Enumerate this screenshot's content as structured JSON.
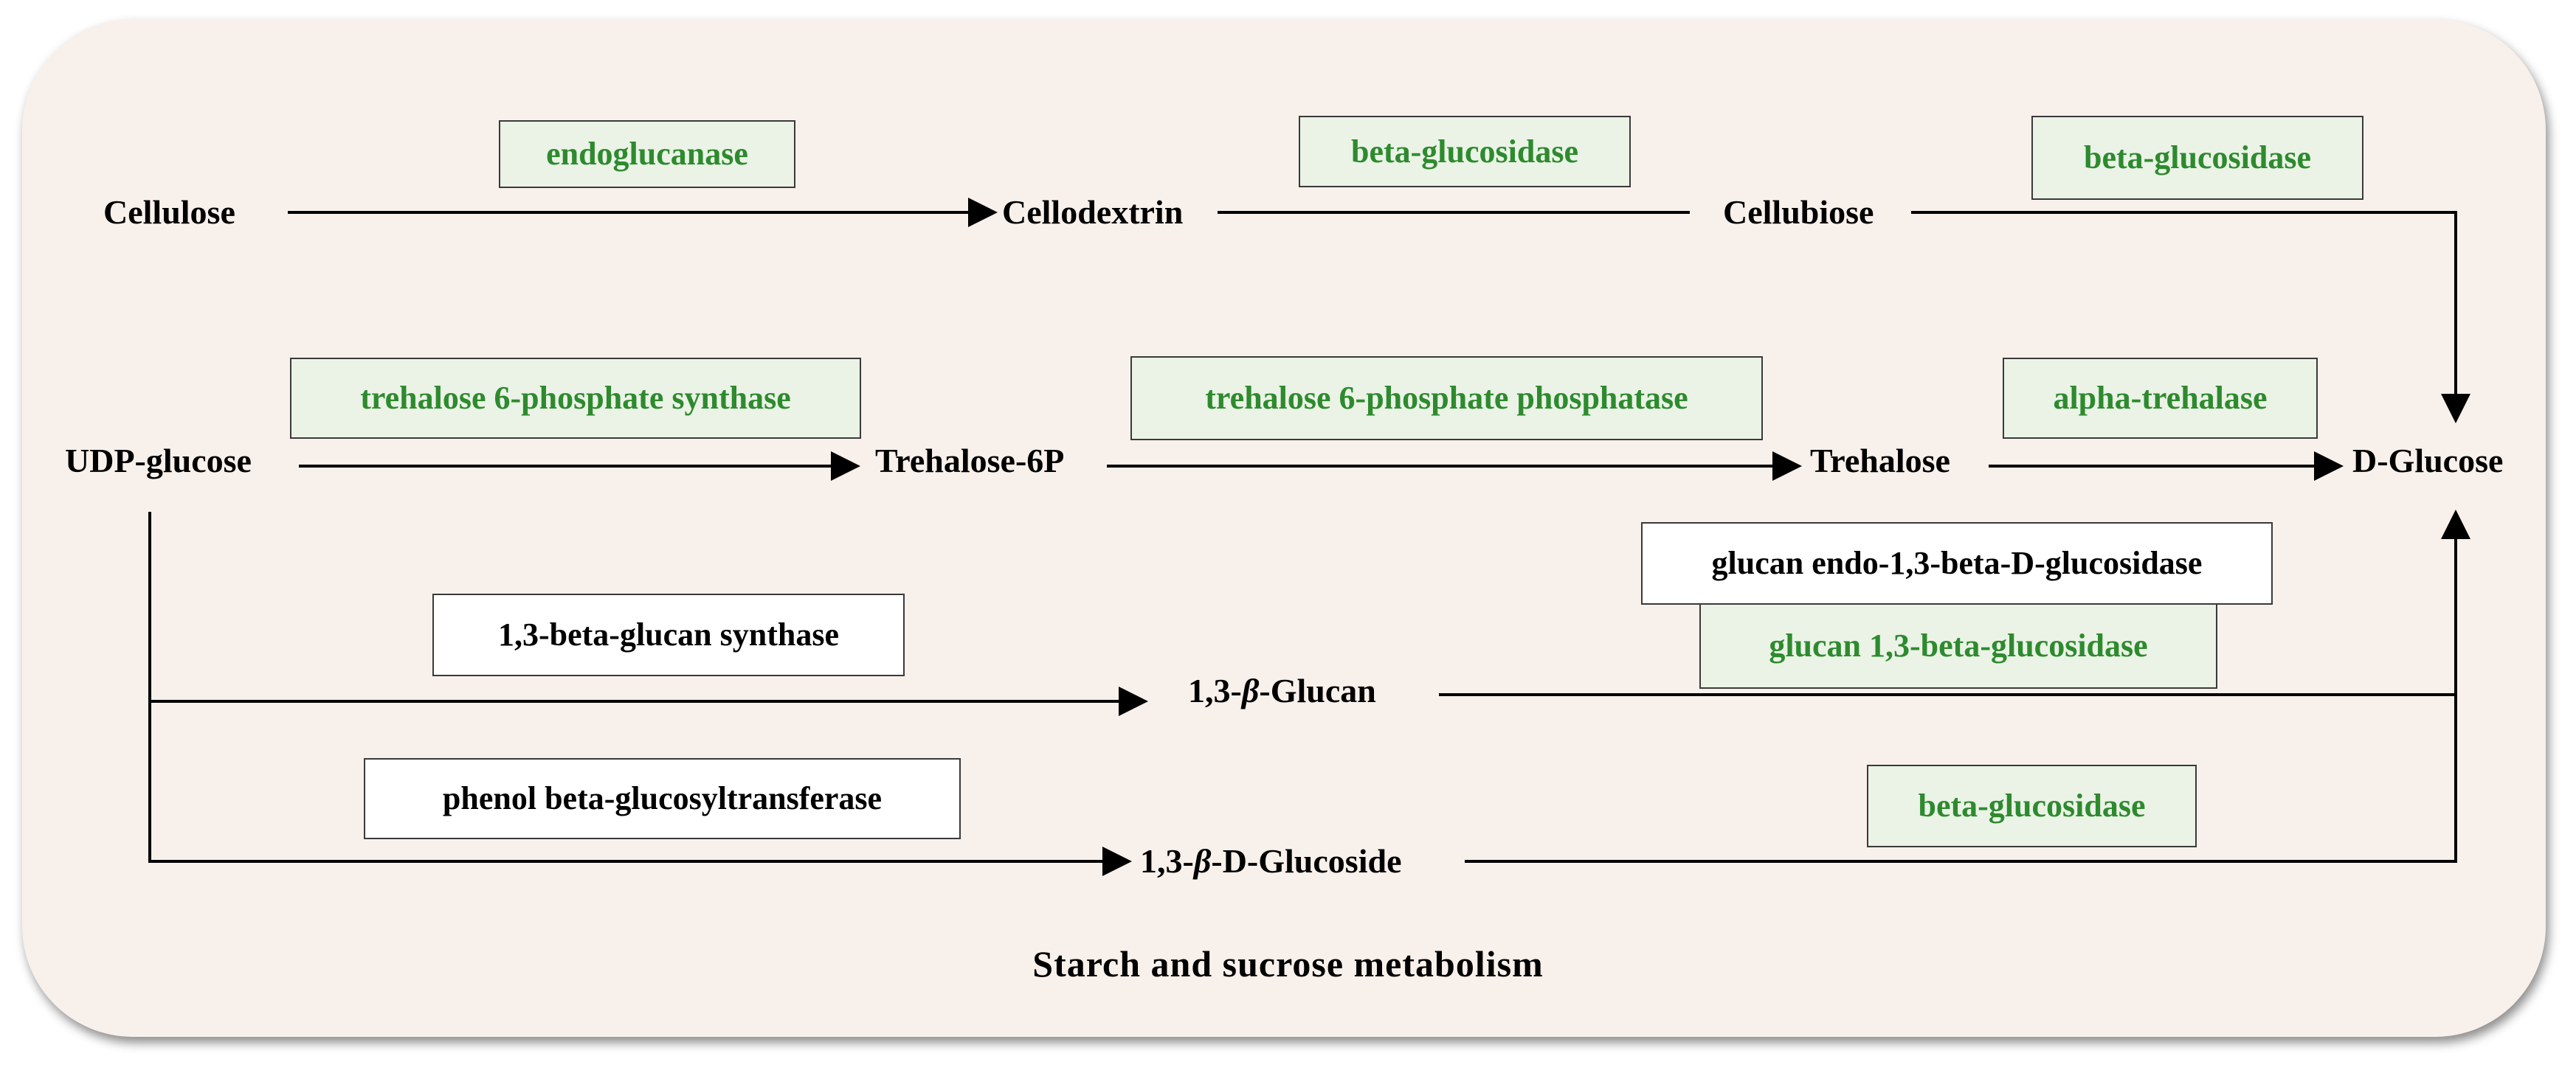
{
  "nodes": {
    "cellulose": "Cellulose",
    "cellodextrin": "Cellodextrin",
    "cellubiose": "Cellubiose",
    "udp_glucose": "UDP-glucose",
    "trehalose_6p": "Trehalose-6P",
    "trehalose": "Trehalose",
    "d_glucose": "D-Glucose",
    "glucan_prefix": "1,3-",
    "glucan_beta": "β",
    "glucan_suffix": "-Glucan",
    "glucoside_prefix": "1,3-",
    "glucoside_beta": "β",
    "glucoside_suffix": "-D-Glucoside"
  },
  "enzymes": {
    "endoglucanase": "endoglucanase",
    "beta_glucosidase_1": "beta-glucosidase",
    "beta_glucosidase_2": "beta-glucosidase",
    "t6p_synthase": "trehalose 6-phosphate synthase",
    "t6p_phosphatase": "trehalose 6-phosphate phosphatase",
    "alpha_trehalase": "alpha-trehalase",
    "glucan_synthase": "1,3-beta-glucan synthase",
    "glucan_endo": "glucan endo-1,3-beta-D-glucosidase",
    "glucan_glucosidase": "glucan 1,3-beta-glucosidase",
    "phenol_transferase": "phenol beta-glucosyltransferase",
    "beta_glucosidase_3": "beta-glucosidase"
  },
  "caption": "Starch and sucrose metabolism",
  "colors": {
    "panel": "#f8f0eb",
    "enzyme_green_text": "#2e8a2e",
    "enzyme_green_fill": "#eaf3e6",
    "arrow": "#000000"
  }
}
